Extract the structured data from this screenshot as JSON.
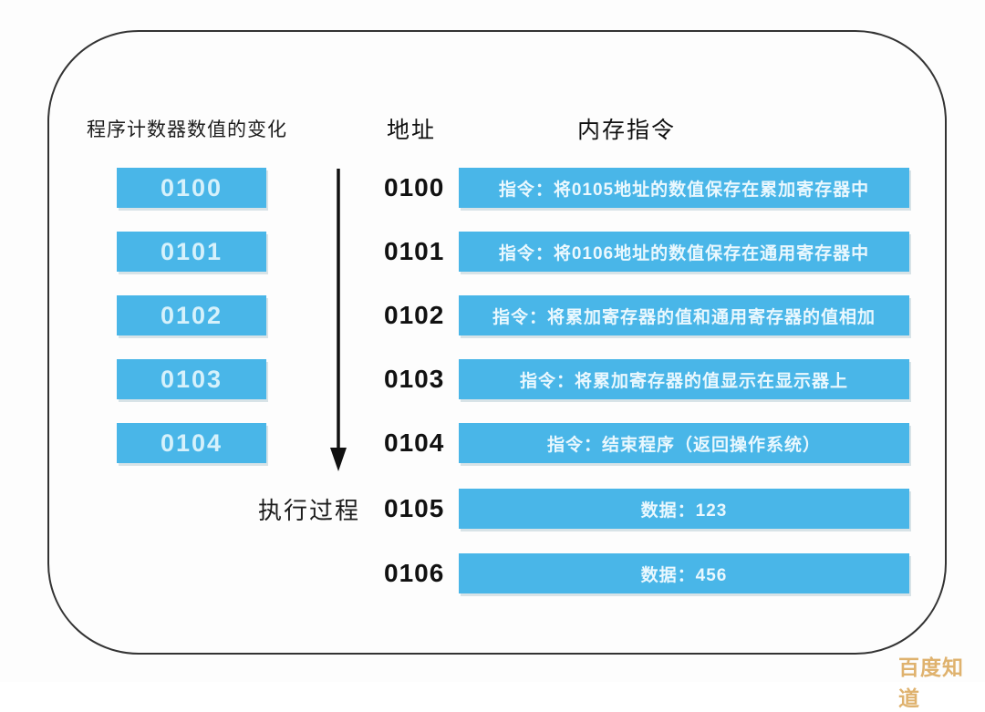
{
  "diagram": {
    "left_column": {
      "header": "程序计数器数值的变化",
      "pc_boxes": [
        "0100",
        "0101",
        "0102",
        "0103",
        "0104"
      ],
      "execution_label": "执行过程"
    },
    "table": {
      "address_header": "地址",
      "memory_header": "内存指令",
      "rows": [
        {
          "address": "0100",
          "content": "指令：将0105地址的数值保存在累加寄存器中"
        },
        {
          "address": "0101",
          "content": "指令：将0106地址的数值保存在通用寄存器中"
        },
        {
          "address": "0102",
          "content": "指令：将累加寄存器的值和通用寄存器的值相加"
        },
        {
          "address": "0103",
          "content": "指令：将累加寄存器的值显示在显示器上"
        },
        {
          "address": "0104",
          "content": "指令：结束程序（返回操作系统）"
        },
        {
          "address": "0105",
          "content": "数据：123"
        },
        {
          "address": "0106",
          "content": "数据：456"
        }
      ]
    },
    "watermark": "百度知道",
    "colors": {
      "box_blue": "#49b6e8",
      "pc_text": "#d6f1fb",
      "bar_text": "#eaf8fe",
      "ink": "#1c1c1c",
      "frame": "#333333",
      "watermark": "#d8a04b"
    }
  }
}
